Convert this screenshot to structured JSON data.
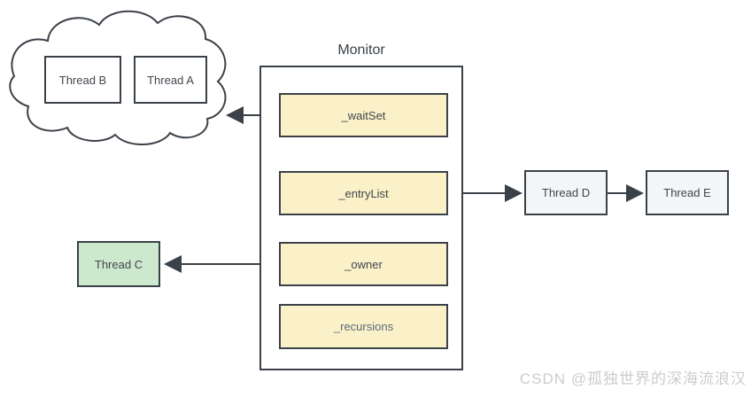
{
  "diagram": {
    "title": "Monitor",
    "cloud": {
      "threads": [
        {
          "label": "Thread B"
        },
        {
          "label": "Thread A"
        }
      ]
    },
    "monitor_fields": [
      {
        "label": "_waitSet"
      },
      {
        "label": "_entryList"
      },
      {
        "label": "_owner"
      },
      {
        "label": "_recursions"
      }
    ],
    "owner_thread": {
      "label": "Thread C"
    },
    "entry_threads": [
      {
        "label": "Thread D"
      },
      {
        "label": "Thread E"
      }
    ],
    "arrows": [
      {
        "name": "waitset-to-cloud",
        "from": "_waitSet",
        "to": "wait-cloud"
      },
      {
        "name": "entrylist-to-thread-d",
        "from": "_entryList",
        "to": "Thread D"
      },
      {
        "name": "thread-d-to-thread-e",
        "from": "Thread D",
        "to": "Thread E"
      },
      {
        "name": "owner-to-thread-c",
        "from": "_owner",
        "to": "Thread C"
      }
    ],
    "watermark": "CSDN @孤独世界的深海流浪汉",
    "colors": {
      "field_fill": "#FAF1C8",
      "owner_thread_fill": "#CDE9CD",
      "entry_thread_fill": "#F4F5F6",
      "outline": "#3B4148",
      "recursions_text": "#5B6B7B",
      "watermark_text": "#CCCCCC"
    }
  }
}
